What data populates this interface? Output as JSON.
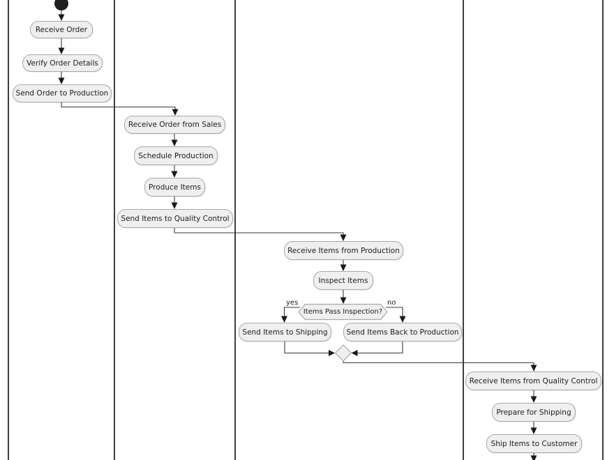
{
  "diagram": {
    "type": "activity-swimlane-flowchart",
    "lane_count": 4,
    "colors": {
      "background": "#ffffff",
      "node_fill": "#efefef",
      "node_border": "#a8a8a8",
      "connector": "#383838",
      "arrowhead": "#1a1a1a",
      "lane_border": "#3d3d3d",
      "start_node": "#1e1e1e",
      "text": "#1c1c1c"
    },
    "nodes": {
      "receive_order": "Receive Order",
      "verify_order_details": "Verify Order Details",
      "send_order_to_production": "Send Order to Production",
      "receive_order_from_sales": "Receive Order from Sales",
      "schedule_production": "Schedule Production",
      "produce_items": "Produce Items",
      "send_items_to_quality_control": "Send Items to Quality Control",
      "receive_items_from_production": "Receive Items from Production",
      "inspect_items": "Inspect Items",
      "send_items_to_shipping": "Send Items to Shipping",
      "send_items_back_to_production": "Send Items Back to Production",
      "receive_items_from_quality_control": "Receive Items from Quality Control",
      "prepare_for_shipping": "Prepare for Shipping",
      "ship_items_to_customer": "Ship Items to Customer"
    },
    "decision": {
      "label": "Items Pass Inspection?",
      "yes_label": "yes",
      "no_label": "no"
    }
  }
}
